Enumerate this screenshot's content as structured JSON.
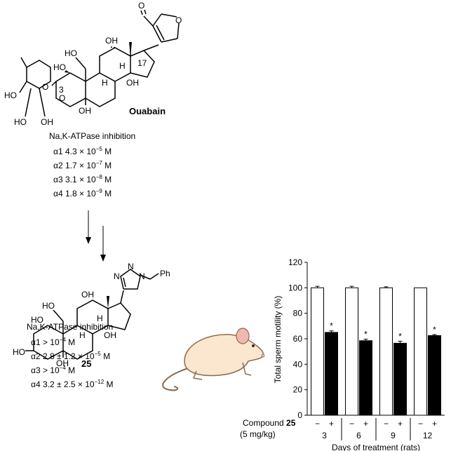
{
  "ouabain": {
    "name": "Ouabain",
    "atoms": {
      "carbonyl_o": "O",
      "ring_o": "O",
      "oh_top": "OH",
      "ho_ch2": "HO",
      "ho_c1": "HO",
      "h_c9": "H",
      "h_c8": "H",
      "c17": "17",
      "oh_c14": "OH",
      "c3": "3",
      "sugar_o": "O",
      "glyco_o": "O",
      "sugar_ho1": "HO",
      "sugar_ho2": "HO",
      "sugar_oh3": "OH",
      "oh_c5": "OH"
    },
    "inhibition": {
      "title": "Na,K-ATPase inhibition",
      "rows": [
        {
          "iso": "α1",
          "value": "4.3 × 10",
          "exp": "−5",
          "unit": " M"
        },
        {
          "iso": "α2",
          "value": "1.7 × 10",
          "exp": "−7",
          "unit": " M"
        },
        {
          "iso": "α3",
          "value": "3.1 × 10",
          "exp": "−8",
          "unit": " M"
        },
        {
          "iso": "α4",
          "value": "1.8 × 10",
          "exp": "−9",
          "unit": " M"
        }
      ]
    }
  },
  "compound25": {
    "name": "25",
    "atoms": {
      "n1": "N",
      "n2": "N",
      "n3": "N",
      "ph": "Ph",
      "oh_top": "OH",
      "ho_ch2": "HO",
      "ho_c1": "HO",
      "h_c9": "H",
      "h_c8": "H",
      "oh_c14": "OH",
      "ho_c3": "HO",
      "oh_c5": "OH"
    },
    "inhibition": {
      "title": "Na,K-ATPase inhibition",
      "rows": [
        {
          "iso": "α1",
          "value": "> 10",
          "exp": "−4",
          "unit": " M"
        },
        {
          "iso": "α2",
          "value": "2.8 ± 1.2 × 10",
          "exp": "−5",
          "unit": " M"
        },
        {
          "iso": "α3",
          "value": "> 10",
          "exp": "−4",
          "unit": " M"
        },
        {
          "iso": "α4",
          "value": "3.2 ± 2.5 × 10",
          "exp": "−12",
          "unit": " M"
        }
      ]
    }
  },
  "colors": {
    "ink": "#000000",
    "mouse_body": "#fbe6cf",
    "mouse_outline": "#8a6b4e",
    "mouse_pink": "#f2b8b0"
  },
  "chart_data": {
    "type": "bar",
    "ylabel": "Total sperm motility (%)",
    "xlabel": "Days of treatment (rats)",
    "ylim": [
      0,
      120
    ],
    "yticks": [
      0,
      20,
      40,
      60,
      80,
      100,
      120
    ],
    "categories": [
      "3",
      "6",
      "9",
      "12"
    ],
    "treatment_row": {
      "label_prefix": "Compound ",
      "label_bold": "25",
      "sublabel": "(5 mg/kg)",
      "signs": [
        "−",
        "+"
      ]
    },
    "series": [
      {
        "name": "−",
        "fill": "#ffffff",
        "values": [
          100,
          100,
          100,
          100
        ],
        "errors": [
          1.2,
          1.2,
          0.8,
          0
        ]
      },
      {
        "name": "+",
        "fill": "#000000",
        "values": [
          65,
          58.5,
          56.5,
          62.5
        ],
        "errors": [
          1.2,
          1.2,
          1.6,
          0.8
        ],
        "significance": [
          "*",
          "*",
          "*",
          "*"
        ]
      }
    ]
  }
}
